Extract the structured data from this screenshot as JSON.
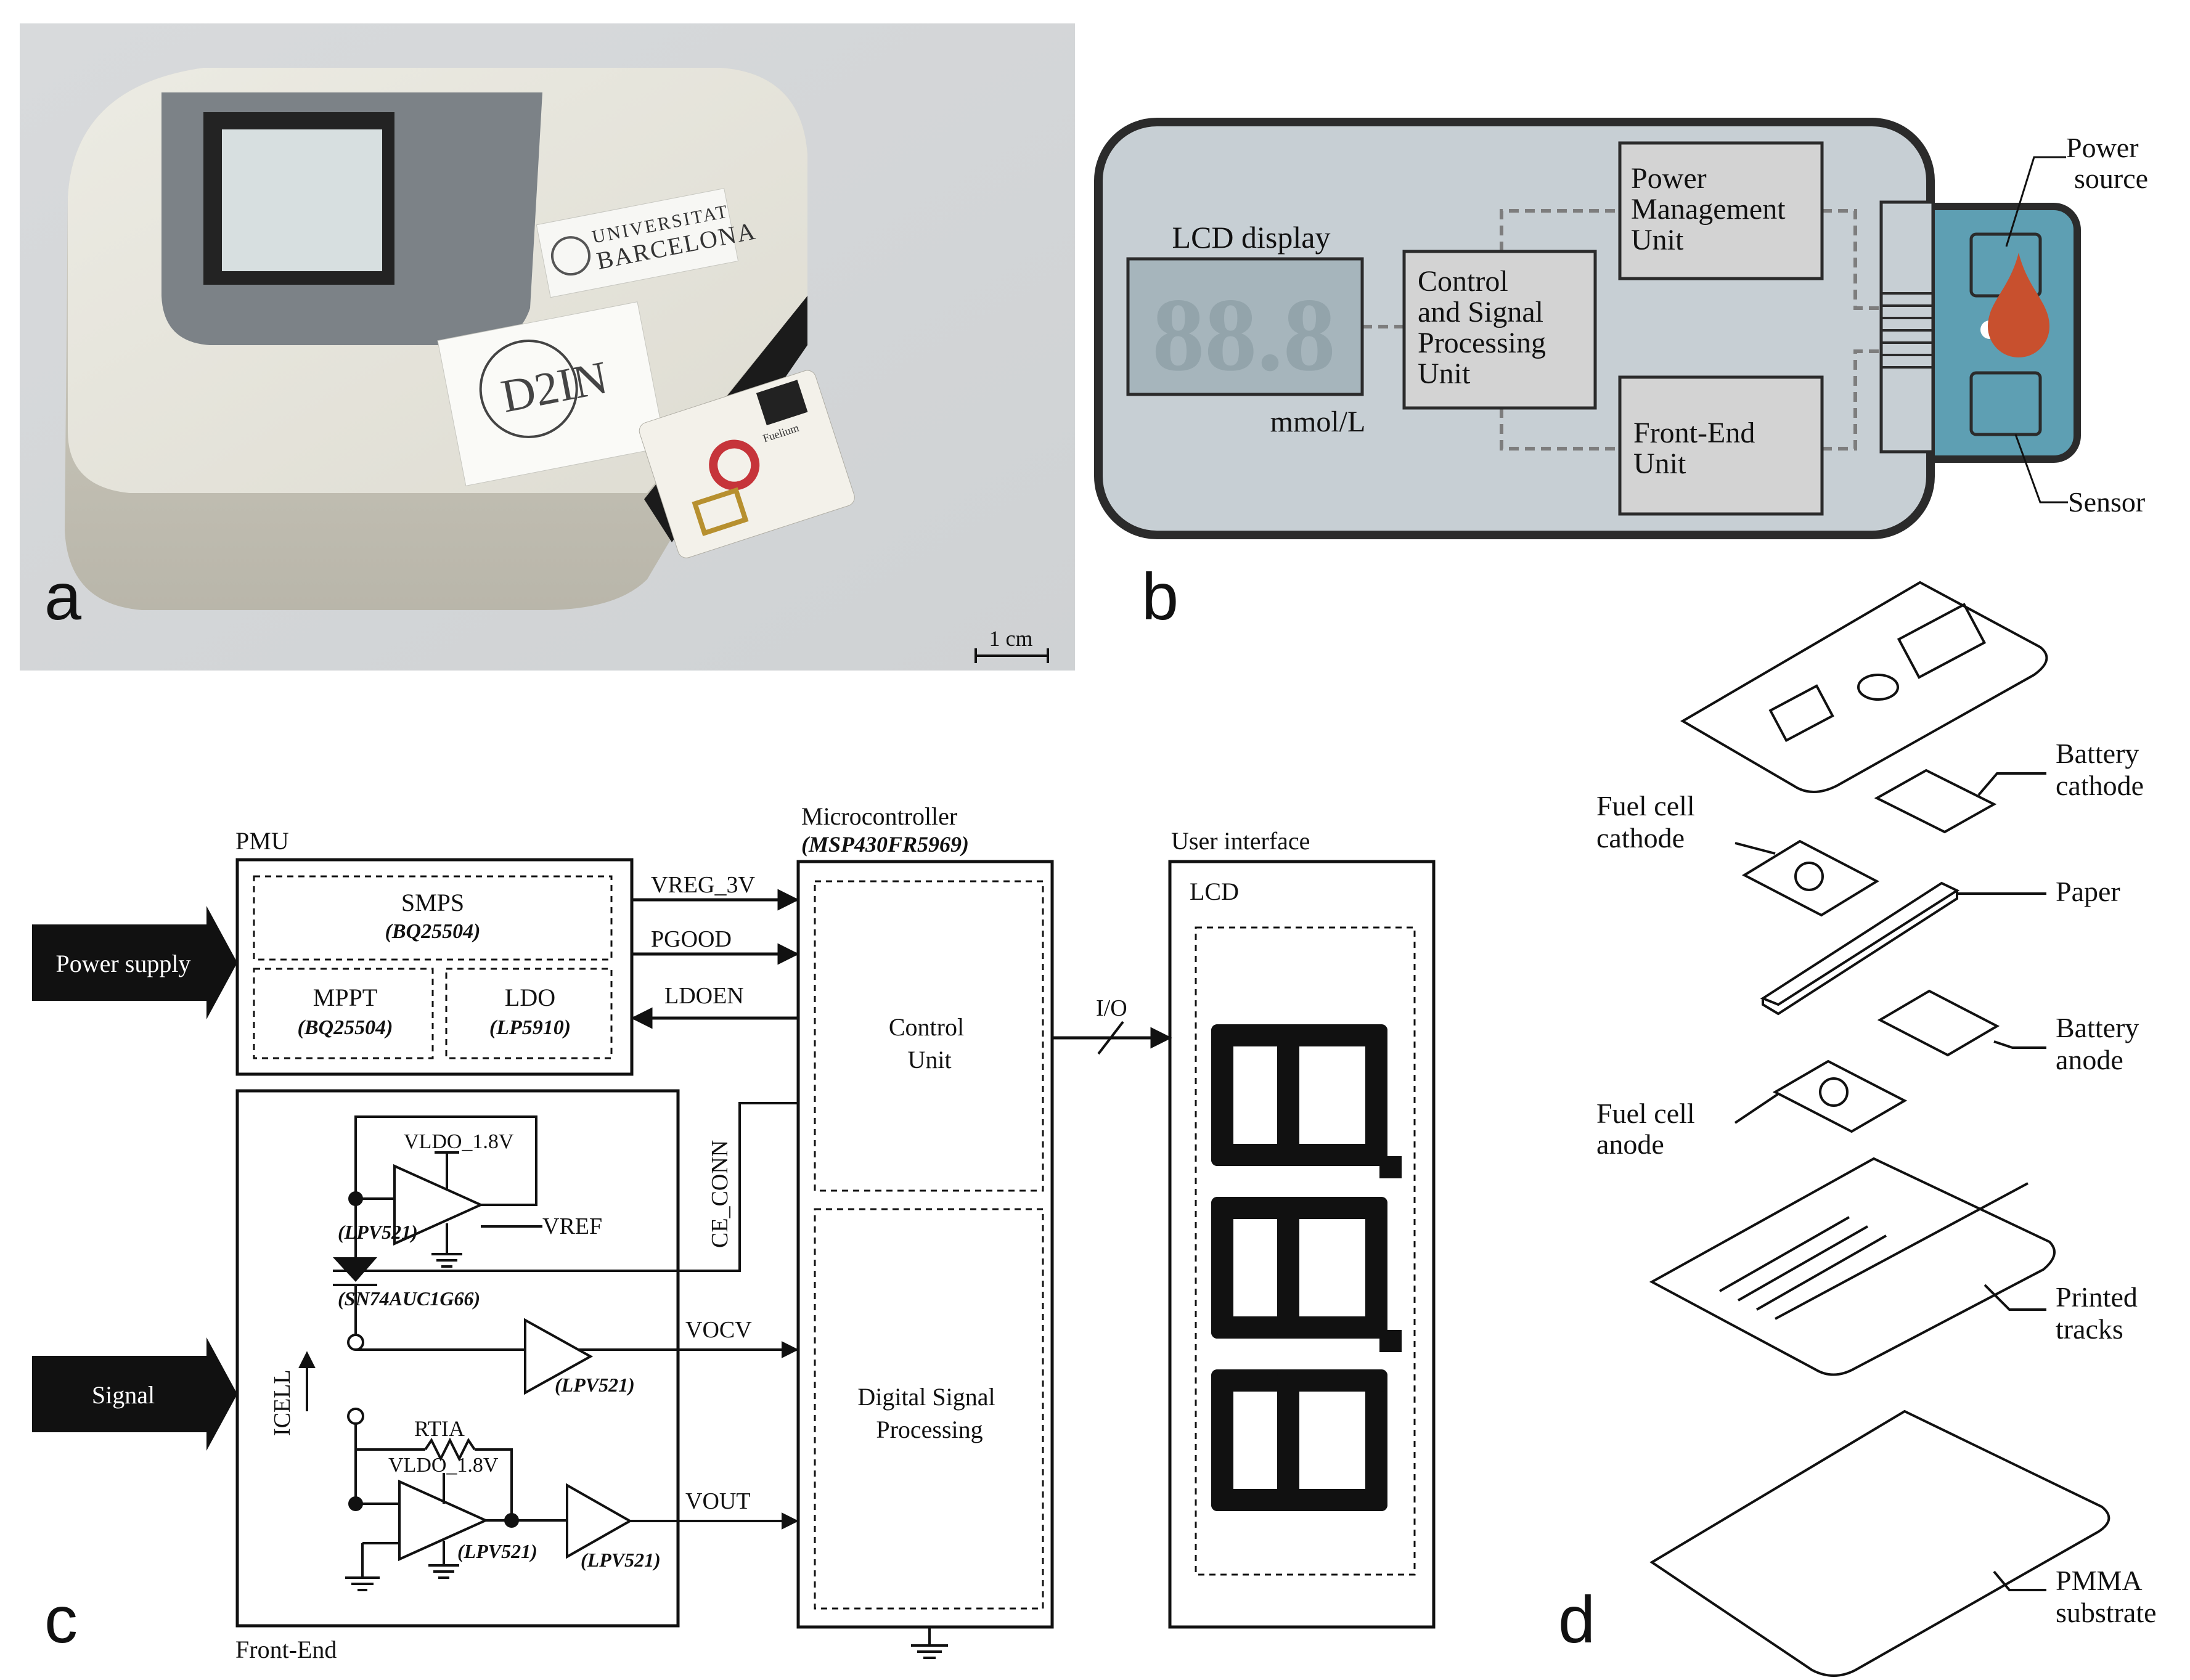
{
  "panel_letters": {
    "a": "a",
    "b": "b",
    "c": "c",
    "d": "d"
  },
  "colors": {
    "device_body": "#c7cfd4",
    "device_outline": "#2b2b2b",
    "sensor_strip": "#5e9fb3",
    "drop": "#c8502e",
    "block_fill": "#d3d3d3",
    "lcd_fill": "#a6b5bc",
    "photo_background": "#d4d6d9",
    "photo_device": "#e5e3da"
  },
  "panel_a": {
    "logo_university_line1": "UNIVERSITAT",
    "logo_university_line2": "BARCELONA",
    "logo_d2in": "D2IN",
    "strip_label": "Fuelium",
    "scale_bar": "1 cm"
  },
  "panel_b": {
    "lcd_label": "LCD display",
    "lcd_digits": "88.8",
    "unit": "mmol/L",
    "control_block": [
      "Control",
      "and Signal",
      "Processing",
      "Unit"
    ],
    "power_block": [
      "Power",
      "Management",
      "Unit"
    ],
    "frontend_block": [
      "Front-End",
      "Unit"
    ],
    "power_source_label": [
      "Power",
      "source"
    ],
    "sensor_label": "Sensor"
  },
  "panel_c": {
    "pmu_label": "PMU",
    "smps": "SMPS",
    "smps_part": "(BQ25504)",
    "mppt": "MPPT",
    "mppt_part": "(BQ25504)",
    "ldo": "LDO",
    "ldo_part": "(LP5910)",
    "power_supply": "Power supply",
    "signal": "Signal",
    "mcu_title": "Microcontroller",
    "mcu_part": "(MSP430FR5969)",
    "vreg": "VREG_3V",
    "pgood": "PGOOD",
    "ldoen": "LDOEN",
    "ce_conn": "CE_CONN",
    "control_unit": [
      "Control",
      "Unit"
    ],
    "dsp": [
      "Digital Signal",
      "Processing"
    ],
    "io": "I/O",
    "ui_title": "User interface",
    "lcd": "LCD",
    "vldo_top": "VLDO_1.8V",
    "vldo_bottom": "VLDO_1.8V",
    "vref": "VREF",
    "lpv521": "(LPV521)",
    "switch_part": "(SN74AUC1G66)",
    "vocv": "VOCV",
    "vout": "VOUT",
    "icell": "ICELL",
    "rtia": "RTIA",
    "frontend_label": "Front-End"
  },
  "panel_d": {
    "battery_cathode": [
      "Battery",
      "cathode"
    ],
    "fuel_cell_cathode": [
      "Fuel cell",
      "cathode"
    ],
    "paper": "Paper",
    "battery_anode": [
      "Battery",
      "anode"
    ],
    "fuel_cell_anode": [
      "Fuel cell",
      "anode"
    ],
    "printed_tracks": [
      "Printed",
      "tracks"
    ],
    "pmma_substrate": [
      "PMMA",
      "substrate"
    ]
  }
}
